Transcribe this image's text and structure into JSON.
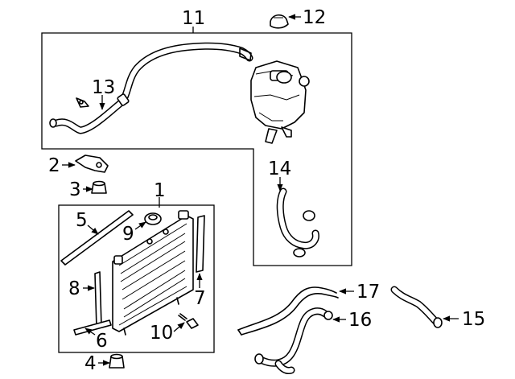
{
  "diagram": {
    "callouts": {
      "c1": "1",
      "c2": "2",
      "c3": "3",
      "c4": "4",
      "c5": "5",
      "c6": "6",
      "c7": "7",
      "c8": "8",
      "c9": "9",
      "c10": "10",
      "c11": "11",
      "c12": "12",
      "c13": "13",
      "c14": "14",
      "c15": "15",
      "c16": "16",
      "c17": "17"
    }
  }
}
